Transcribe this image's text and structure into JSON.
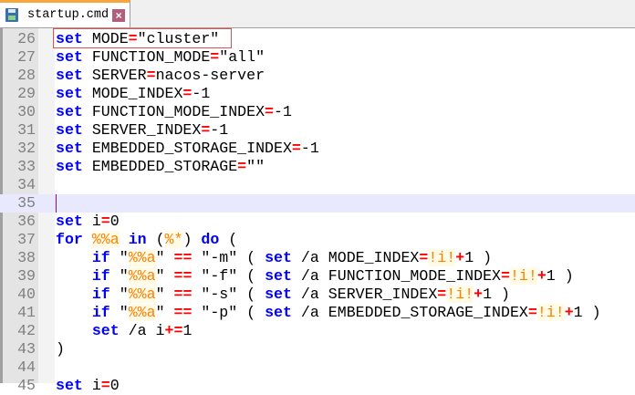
{
  "tab": {
    "title": "startup.cmd",
    "icon": "floppy-save-icon",
    "close": "×"
  },
  "colors": {
    "keyword": "#0000ff",
    "operator": "#ff0000",
    "variable": "#ff8000",
    "current_line": "#e8e8ff",
    "tab_accent": "#f9a53a"
  },
  "current_line": 35,
  "lines": [
    {
      "n": "26",
      "seg": [
        [
          "kw",
          "set"
        ],
        [
          "t",
          " MODE"
        ],
        [
          "op",
          "="
        ],
        [
          "t",
          "\"cluster\""
        ]
      ]
    },
    {
      "n": "27",
      "seg": [
        [
          "kw",
          "set"
        ],
        [
          "t",
          " FUNCTION_MODE"
        ],
        [
          "op",
          "="
        ],
        [
          "t",
          "\"all\""
        ]
      ]
    },
    {
      "n": "28",
      "seg": [
        [
          "kw",
          "set"
        ],
        [
          "t",
          " SERVER"
        ],
        [
          "op",
          "="
        ],
        [
          "t",
          "nacos-server"
        ]
      ]
    },
    {
      "n": "29",
      "seg": [
        [
          "kw",
          "set"
        ],
        [
          "t",
          " MODE_INDEX"
        ],
        [
          "op",
          "="
        ],
        [
          "t",
          "-1"
        ]
      ]
    },
    {
      "n": "30",
      "seg": [
        [
          "kw",
          "set"
        ],
        [
          "t",
          " FUNCTION_MODE_INDEX"
        ],
        [
          "op",
          "="
        ],
        [
          "t",
          "-1"
        ]
      ]
    },
    {
      "n": "31",
      "seg": [
        [
          "kw",
          "set"
        ],
        [
          "t",
          " SERVER_INDEX"
        ],
        [
          "op",
          "="
        ],
        [
          "t",
          "-1"
        ]
      ]
    },
    {
      "n": "32",
      "seg": [
        [
          "kw",
          "set"
        ],
        [
          "t",
          " EMBEDDED_STORAGE_INDEX"
        ],
        [
          "op",
          "="
        ],
        [
          "t",
          "-1"
        ]
      ]
    },
    {
      "n": "33",
      "seg": [
        [
          "kw",
          "set"
        ],
        [
          "t",
          " EMBEDDED_STORAGE"
        ],
        [
          "op",
          "="
        ],
        [
          "t",
          "\"\""
        ]
      ]
    },
    {
      "n": "34",
      "seg": []
    },
    {
      "n": "35",
      "seg": []
    },
    {
      "n": "36",
      "seg": [
        [
          "kw",
          "set"
        ],
        [
          "t",
          " i"
        ],
        [
          "op",
          "="
        ],
        [
          "t",
          "0"
        ]
      ]
    },
    {
      "n": "37",
      "seg": [
        [
          "kw",
          "for"
        ],
        [
          "t",
          " "
        ],
        [
          "var",
          "%%a"
        ],
        [
          "t",
          " "
        ],
        [
          "kw",
          "in"
        ],
        [
          "t",
          " ("
        ],
        [
          "var",
          "%*"
        ],
        [
          "t",
          ") "
        ],
        [
          "kw",
          "do"
        ],
        [
          "t",
          " ("
        ]
      ]
    },
    {
      "n": "38",
      "seg": [
        [
          "t",
          "    "
        ],
        [
          "kw",
          "if"
        ],
        [
          "t",
          " \""
        ],
        [
          "var",
          "%%a"
        ],
        [
          "t",
          "\" "
        ],
        [
          "op",
          "=="
        ],
        [
          "t",
          " \"-m\" ( "
        ],
        [
          "kw",
          "set"
        ],
        [
          "t",
          " /a MODE_INDEX"
        ],
        [
          "op",
          "="
        ],
        [
          "var",
          "!i!"
        ],
        [
          "op",
          "+"
        ],
        [
          "t",
          "1 )"
        ]
      ]
    },
    {
      "n": "39",
      "seg": [
        [
          "t",
          "    "
        ],
        [
          "kw",
          "if"
        ],
        [
          "t",
          " \""
        ],
        [
          "var",
          "%%a"
        ],
        [
          "t",
          "\" "
        ],
        [
          "op",
          "=="
        ],
        [
          "t",
          " \"-f\" ( "
        ],
        [
          "kw",
          "set"
        ],
        [
          "t",
          " /a FUNCTION_MODE_INDEX"
        ],
        [
          "op",
          "="
        ],
        [
          "var",
          "!i!"
        ],
        [
          "op",
          "+"
        ],
        [
          "t",
          "1 )"
        ]
      ]
    },
    {
      "n": "40",
      "seg": [
        [
          "t",
          "    "
        ],
        [
          "kw",
          "if"
        ],
        [
          "t",
          " \""
        ],
        [
          "var",
          "%%a"
        ],
        [
          "t",
          "\" "
        ],
        [
          "op",
          "=="
        ],
        [
          "t",
          " \"-s\" ( "
        ],
        [
          "kw",
          "set"
        ],
        [
          "t",
          " /a SERVER_INDEX"
        ],
        [
          "op",
          "="
        ],
        [
          "var",
          "!i!"
        ],
        [
          "op",
          "+"
        ],
        [
          "t",
          "1 )"
        ]
      ]
    },
    {
      "n": "41",
      "seg": [
        [
          "t",
          "    "
        ],
        [
          "kw",
          "if"
        ],
        [
          "t",
          " \""
        ],
        [
          "var",
          "%%a"
        ],
        [
          "t",
          "\" "
        ],
        [
          "op",
          "=="
        ],
        [
          "t",
          " \"-p\" ( "
        ],
        [
          "kw",
          "set"
        ],
        [
          "t",
          " /a EMBEDDED_STORAGE_INDEX"
        ],
        [
          "op",
          "="
        ],
        [
          "var",
          "!i!"
        ],
        [
          "op",
          "+"
        ],
        [
          "t",
          "1 )"
        ]
      ]
    },
    {
      "n": "42",
      "seg": [
        [
          "t",
          "    "
        ],
        [
          "kw",
          "set"
        ],
        [
          "t",
          " /a i"
        ],
        [
          "op",
          "+="
        ],
        [
          "t",
          "1"
        ]
      ]
    },
    {
      "n": "43",
      "seg": [
        [
          "t",
          ")"
        ]
      ]
    },
    {
      "n": "44",
      "seg": []
    },
    {
      "n": "45",
      "seg": [
        [
          "kw",
          "set"
        ],
        [
          "t",
          " i"
        ],
        [
          "op",
          "="
        ],
        [
          "t",
          "0"
        ]
      ]
    }
  ]
}
